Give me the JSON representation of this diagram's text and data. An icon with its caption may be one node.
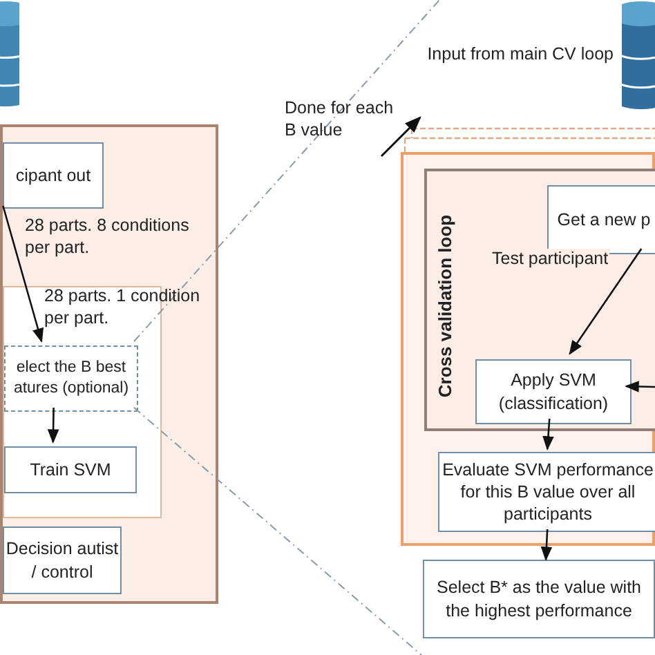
{
  "diagram": {
    "nodes": [
      {
        "text": [],
        "shape": "cylinder"
      },
      {
        "text": [],
        "shape": "box"
      },
      {
        "text": [
          "cipant out"
        ],
        "in": 1
      },
      {
        "text": [],
        "shape": "box",
        "in": 1
      },
      {
        "text": [
          "elect the B best atures (optional)"
        ],
        "in": 3
      },
      {
        "text": [
          "Train SVM"
        ],
        "in": 3
      },
      {
        "text": [
          "Decision autist / control"
        ],
        "in": 1
      },
      {
        "text": [],
        "shape": "cylinder",
        "beside": [
          "Input from main CV loop"
        ]
      },
      {
        "text": [],
        "shape": "box"
      },
      {
        "text": [
          "Cross validation loop"
        ],
        "in": 8
      },
      {
        "text": [
          "Get a new p"
        ],
        "in": 9
      },
      {
        "text": [
          "Apply SVM (classification)"
        ],
        "in": 9
      },
      {
        "text": [
          "Evaluate SVM performance for this B value over all participants"
        ],
        "in": 8
      },
      {
        "text": [
          "Select B* as the value with the highest performance"
        ]
      }
    ],
    "edges": [
      {
        "from": 2,
        "to": 4,
        "arrow": "to"
      },
      {
        "from": 4,
        "to": 5,
        "arrow": "to"
      },
      {
        "from": 10,
        "to": 11,
        "arrow": "to",
        "label": "Test participant"
      },
      {
        "from": null,
        "to": 11,
        "arrow": "to"
      },
      {
        "from": 11,
        "to": 12,
        "arrow": "to"
      },
      {
        "from": 12,
        "to": 13,
        "arrow": "to"
      }
    ],
    "labels": [
      "28 parts. 8 conditions per part.",
      "28 parts. 1 condition per part.",
      "Done for each B value"
    ]
  }
}
